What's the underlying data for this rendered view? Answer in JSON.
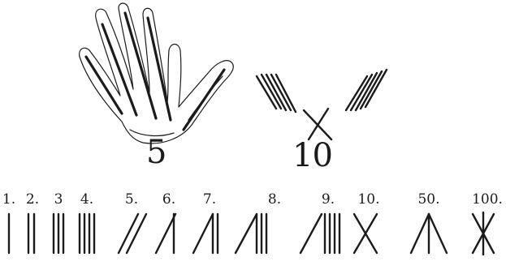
{
  "hand_caption": "5",
  "ten_caption": "10",
  "numeral_labels": [
    "1.",
    "2.",
    "3",
    "4.",
    "5.",
    "6.",
    "7.",
    "8.",
    "9.",
    "10.",
    "50.",
    "100."
  ],
  "colors": {
    "ink": "#1b1b1b",
    "paper": "#ffffff"
  }
}
